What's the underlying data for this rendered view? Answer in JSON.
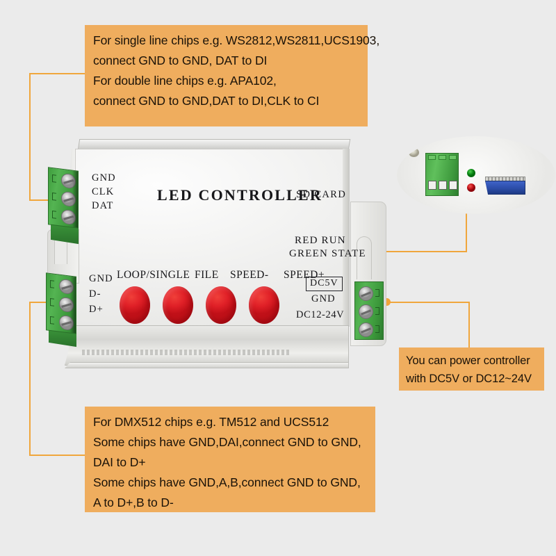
{
  "page": {
    "background_color": "#ebebeb",
    "callout_color": "#efad5e",
    "leader_color": "#f0a63c"
  },
  "callouts": {
    "top": {
      "lines": [
        "For single line chips e.g. WS2812,WS2811,UCS1903,",
        "connect GND to GND, DAT to DI",
        "For double line chips e.g. APA102,",
        "connect GND to GND,DAT to DI,CLK to CI"
      ]
    },
    "bottom": {
      "lines": [
        "For DMX512 chips e.g. TM512 and UCS512",
        "Some chips have GND,DAI,connect GND to GND,",
        "DAI to D+",
        "Some chips have GND,A,B,connect GND to GND,",
        "A to D+,B to D-"
      ]
    },
    "right": {
      "lines": [
        "You can power controller",
        "with DC5V or DC12~24V"
      ]
    }
  },
  "device": {
    "title": "LED CONTROLLER",
    "sd_card_label": "SD CARD",
    "led_indicators": {
      "red": "RED RUN",
      "green": "GREEN STATE"
    },
    "data_terminal": {
      "pins": [
        "GND",
        "CLK",
        "DAT"
      ]
    },
    "dmx_terminal": {
      "pins": [
        "GND",
        "D-",
        "D+"
      ]
    },
    "power_terminal": {
      "dc5v_label": "DC5V",
      "gnd_label": "GND",
      "dc1224_label": "DC12-24V"
    },
    "buttons": [
      {
        "label": "LOOP/SINGLE",
        "color": "#e02027"
      },
      {
        "label": "FILE",
        "color": "#e02027"
      },
      {
        "label": "SPEED-",
        "color": "#e02027"
      },
      {
        "label": "SPEED+",
        "color": "#e02027"
      }
    ]
  },
  "inset": {
    "led_green_color": "#0c8a16",
    "led_red_color": "#c31219",
    "sd_card_color": "#2c4da8",
    "terminal_color": "#49a847"
  }
}
